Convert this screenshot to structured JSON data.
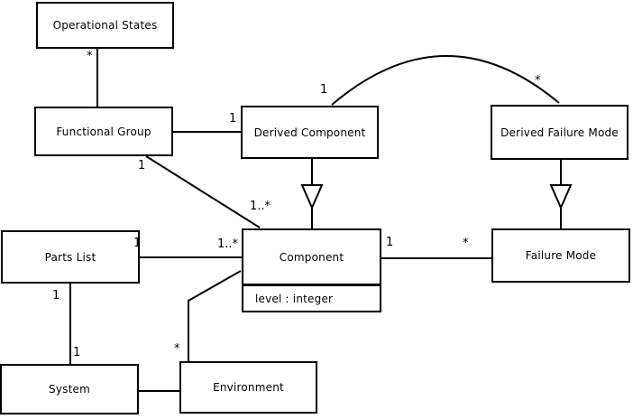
{
  "diagram": {
    "background_color": "#ffffff",
    "line_color": "#000000",
    "nodes": {
      "operational_states": {
        "label": "Operational States"
      },
      "functional_group": {
        "label": "Functional Group"
      },
      "derived_component": {
        "label": "Derived Component"
      },
      "derived_failure_mode": {
        "label": "Derived Failure Mode"
      },
      "parts_list": {
        "label": "Parts List"
      },
      "component": {
        "label": "Component",
        "attribute": "level : integer"
      },
      "failure_mode": {
        "label": "Failure Mode"
      },
      "system": {
        "label": "System"
      },
      "environment": {
        "label": "Environment"
      }
    },
    "multiplicities": {
      "os_fg_star": "*",
      "fg_dc_one": "1",
      "fg_component_one": "1",
      "fg_component_many": "1..*",
      "dc_dfm_one": "1",
      "dc_dfm_star": "*",
      "pl_component_one": "1",
      "pl_component_many": "1..*",
      "pl_system_one_top": "1",
      "pl_system_one_bottom": "1",
      "env_component_star": "*",
      "component_fm_one": "1",
      "component_fm_star": "*"
    }
  }
}
